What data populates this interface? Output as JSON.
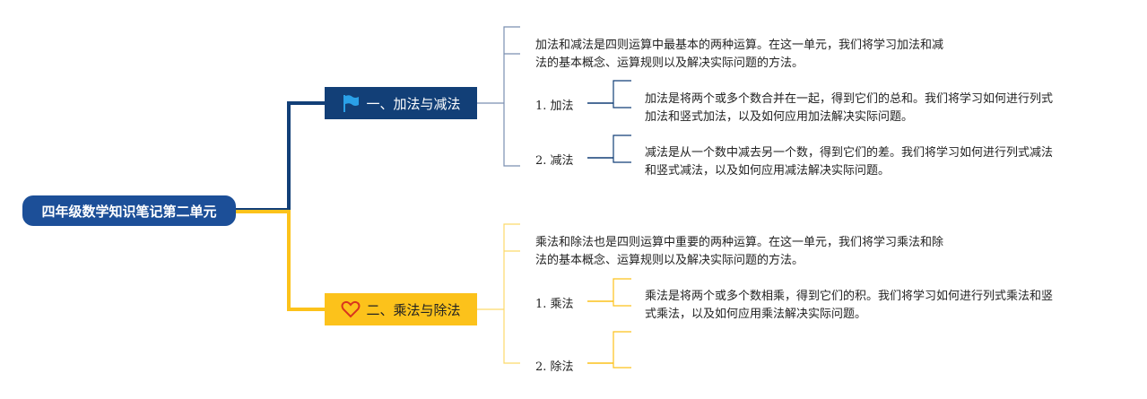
{
  "root": {
    "label": "四年级数学知识笔记第二单元"
  },
  "colors": {
    "branch1": "#123f77",
    "branch2": "#fcc21b",
    "root": "#1c4f98"
  },
  "branches": [
    {
      "label": "一、加法与减法",
      "icon": "flag-icon",
      "intro": [
        "加法和减法是四则运算中最基本的两种运算。在这一单元，我们将学习加法和减",
        "法的基本概念、运算规则以及解决实际问题的方法。"
      ],
      "subtopics": [
        {
          "label": "1. 加法",
          "detail": [
            "加法是将两个或多个数合并在一起，得到它们的总和。我们将学习如何进行列式",
            "加法和竖式加法，以及如何应用加法解决实际问题。"
          ]
        },
        {
          "label": "2. 减法",
          "detail": [
            "减法是从一个数中减去另一个数，得到它们的差。我们将学习如何进行列式减法",
            "和竖式减法，以及如何应用减法解决实际问题。"
          ]
        }
      ]
    },
    {
      "label": "二、乘法与除法",
      "icon": "heart-icon",
      "intro": [
        "乘法和除法也是四则运算中重要的两种运算。在这一单元，我们将学习乘法和除",
        "法的基本概念、运算规则以及解决实际问题的方法。"
      ],
      "subtopics": [
        {
          "label": "1. 乘法",
          "detail": [
            "乘法是将两个或多个数相乘，得到它们的积。我们将学习如何进行列式乘法和竖",
            "式乘法，以及如何应用乘法解决实际问题。"
          ]
        },
        {
          "label": "2. 除法",
          "detail": []
        }
      ]
    }
  ]
}
